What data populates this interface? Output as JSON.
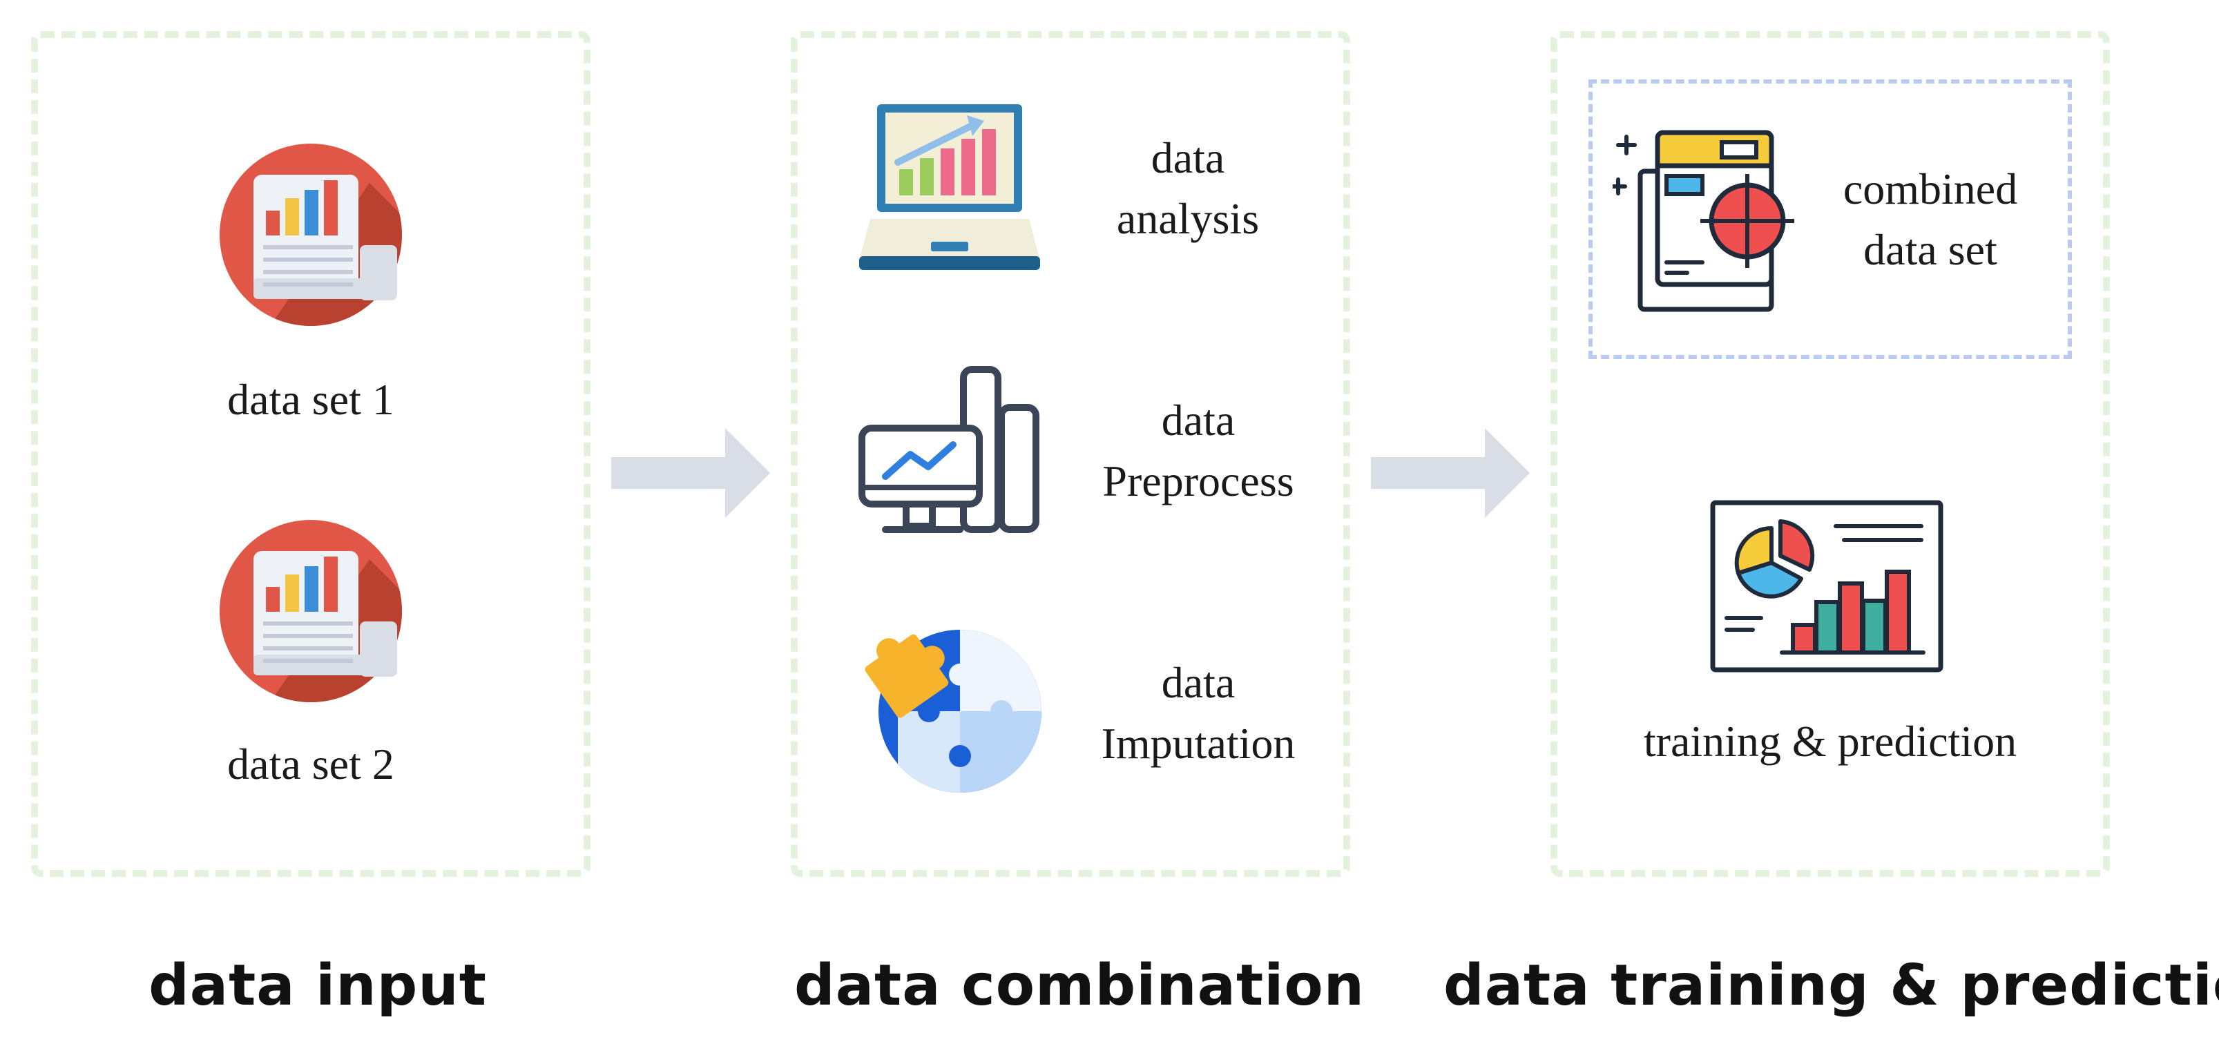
{
  "stages": {
    "input": {
      "title": "data input",
      "items": [
        {
          "label": "data set 1",
          "icon": "report-chart-icon"
        },
        {
          "label": "data set 2",
          "icon": "report-chart-icon"
        }
      ]
    },
    "combination": {
      "title": "data combination",
      "items": [
        {
          "line1": "data",
          "line2": "analysis",
          "icon": "laptop-chart-icon"
        },
        {
          "line1": "data",
          "line2": "Preprocess",
          "icon": "monitor-bars-icon"
        },
        {
          "line1": "data",
          "line2": "Imputation",
          "icon": "puzzle-globe-icon"
        }
      ]
    },
    "training": {
      "title": "data training & prediction",
      "combined": {
        "line1": "combined",
        "line2": "data set",
        "icon": "target-document-icon"
      },
      "prediction": {
        "label": "training & prediction",
        "icon": "dashboard-chart-icon"
      }
    }
  },
  "colors": {
    "panel_border": "#e3f2dc",
    "inner_border": "#b9ccef",
    "arrow": "#d8dde6",
    "report_red": "#e05747"
  }
}
